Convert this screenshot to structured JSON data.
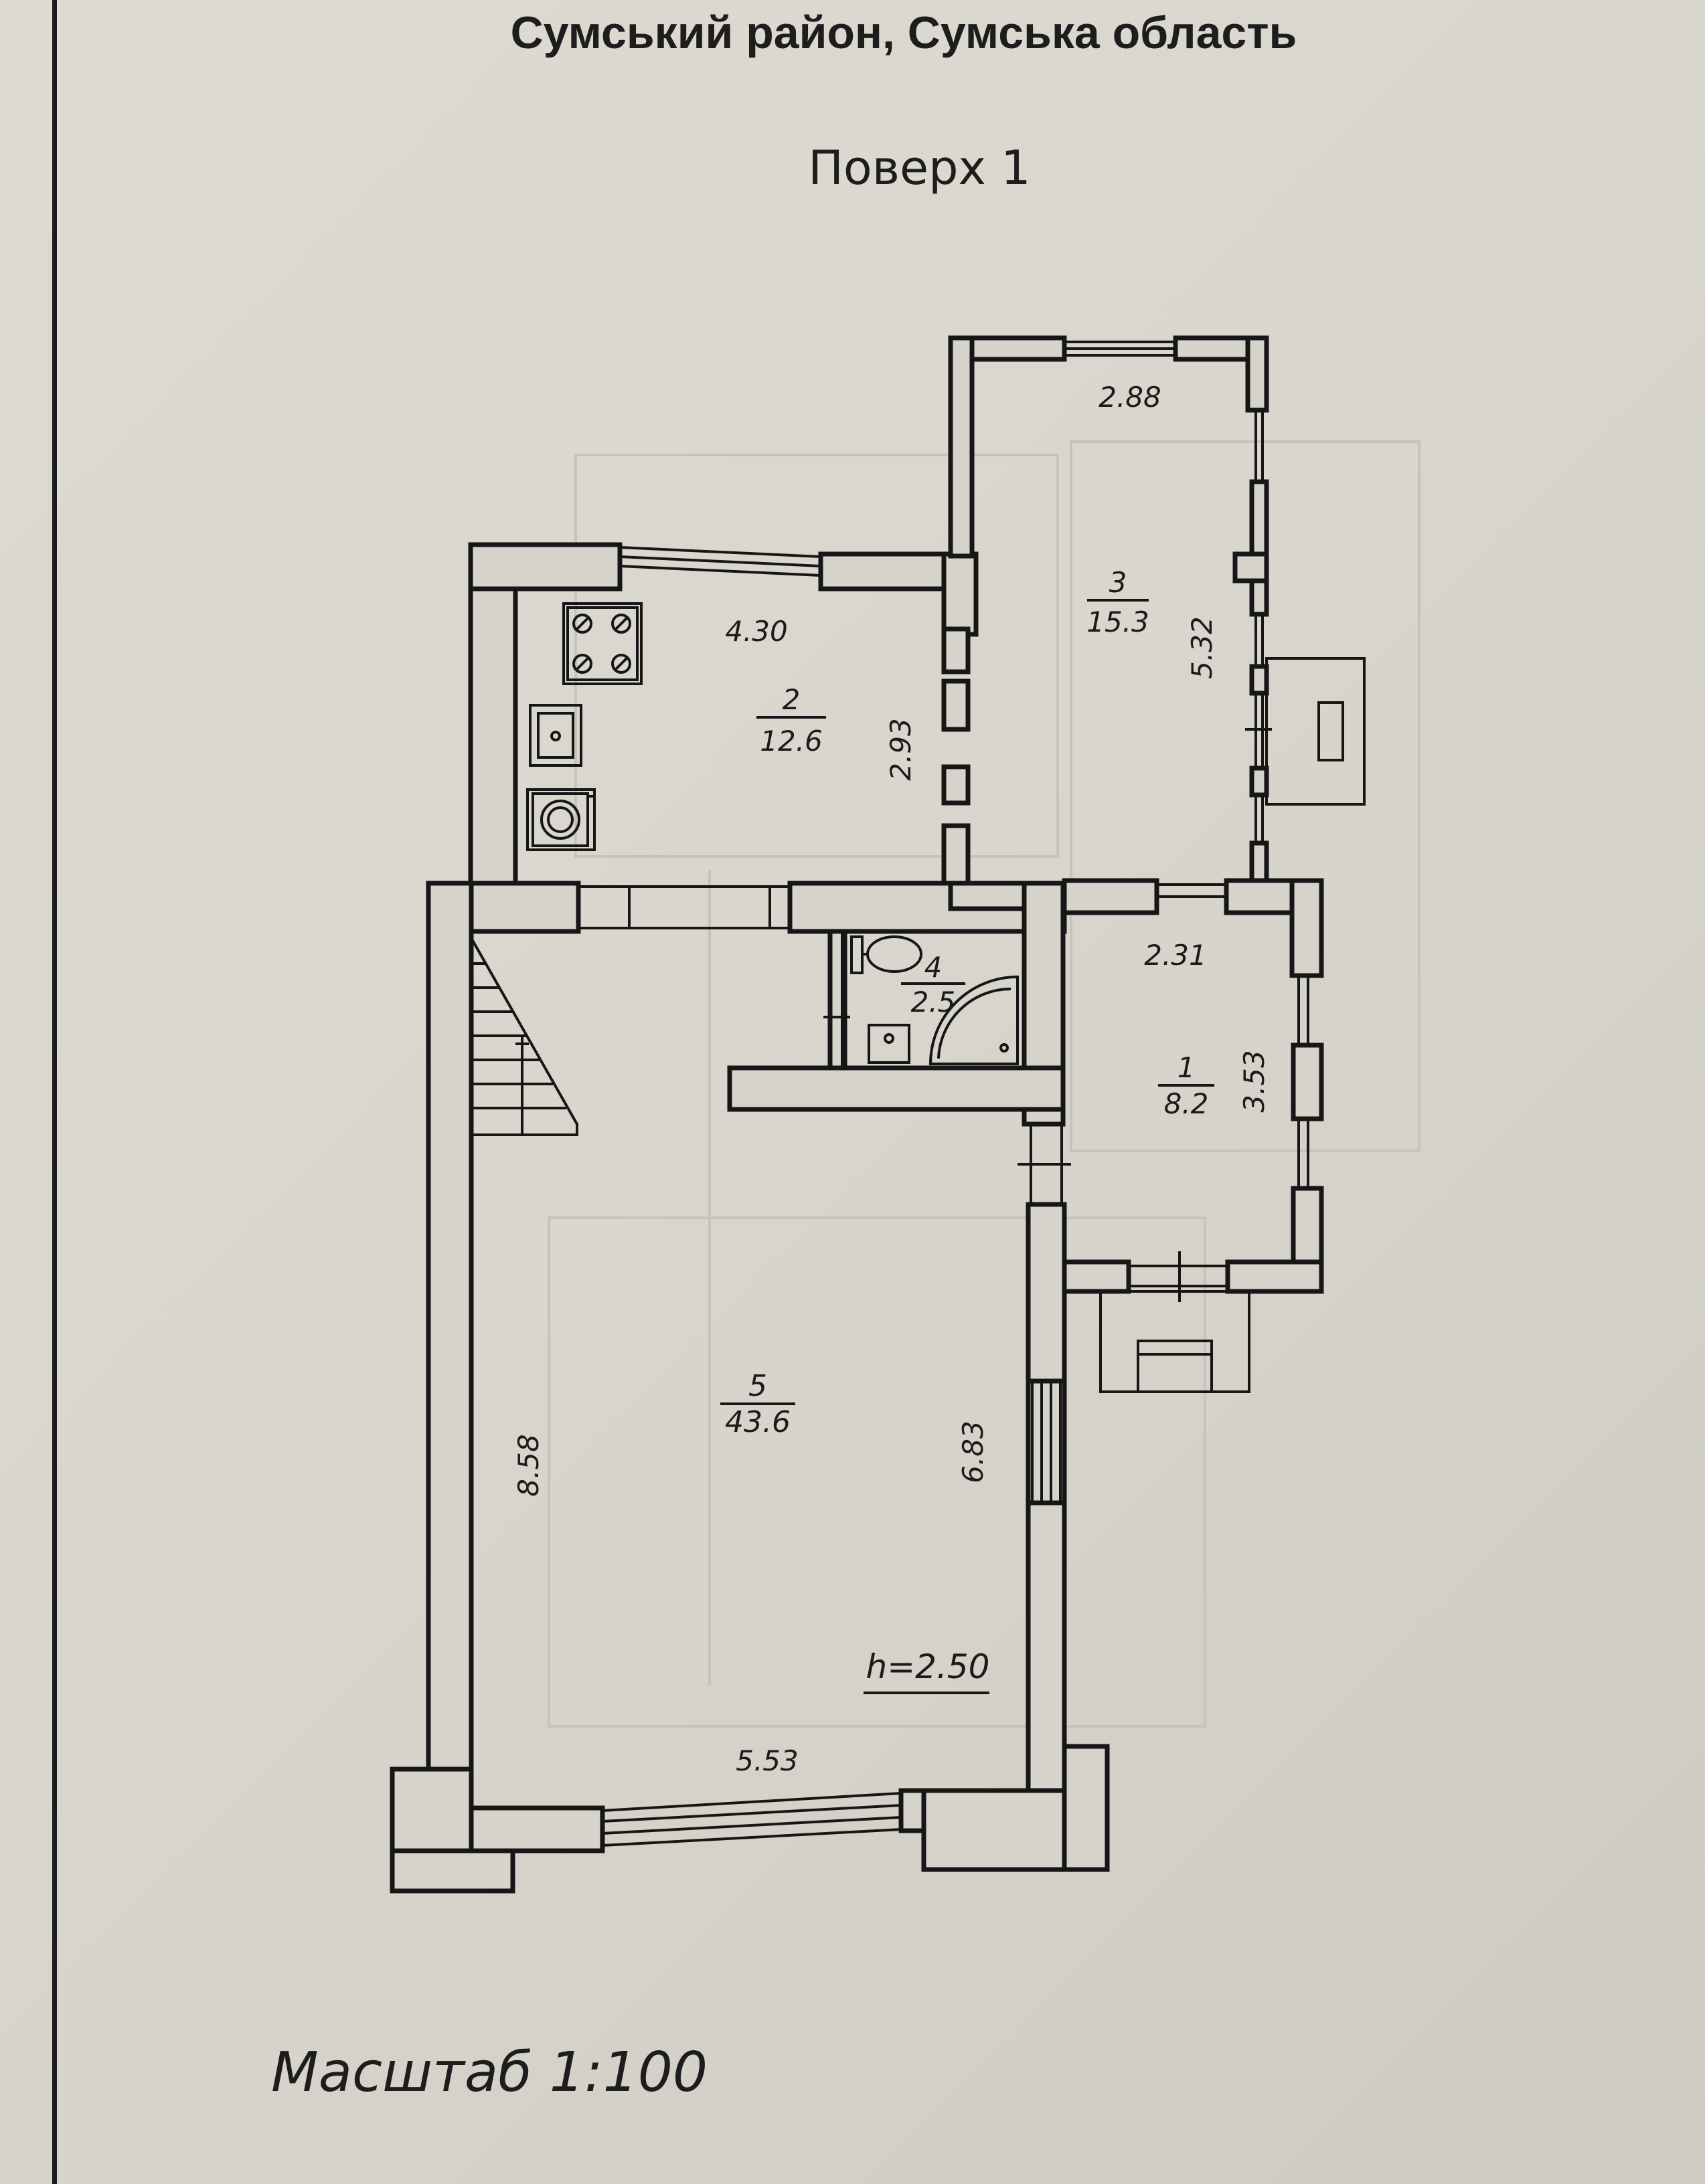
{
  "header": {
    "region": "Сумський район, Сумська область",
    "floor": "Поверх 1"
  },
  "rooms": [
    {
      "number": "1",
      "area": "8.2"
    },
    {
      "number": "2",
      "area": "12.6"
    },
    {
      "number": "3",
      "area": "15.3"
    },
    {
      "number": "4",
      "area": "2.5"
    },
    {
      "number": "5",
      "area": "43.6"
    }
  ],
  "dimensions": {
    "r2_width": "4.30",
    "r2_depth": "2.93",
    "r3_width": "2.88",
    "r3_depth": "5.32",
    "r1_width": "2.31",
    "r1_depth": "3.53",
    "r5_width": "5.53",
    "r5_depth_left": "8.58",
    "r5_depth_right": "6.83"
  },
  "ceiling_height": "h=2.50",
  "footer": {
    "scale": "Масштаб   1:100"
  },
  "colors": {
    "paper": "#dcd8d0",
    "ink": "#161616"
  }
}
